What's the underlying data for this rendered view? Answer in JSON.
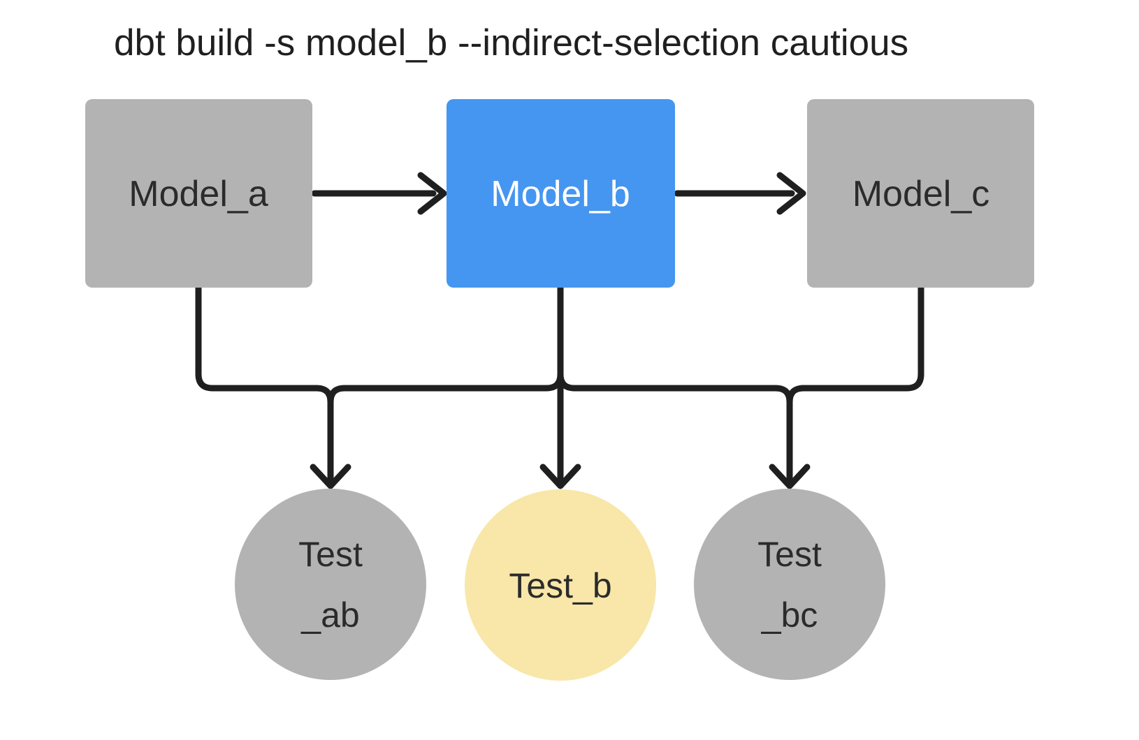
{
  "title": "dbt build -s model_b --indirect-selection cautious",
  "colors": {
    "node_default": "#b3b3b3",
    "node_selected": "#4596f0",
    "node_indirect": "#f8e7a9",
    "edge": "#1f1f1f"
  },
  "nodes": {
    "model_a": {
      "label": "Model_a"
    },
    "model_b": {
      "label": "Model_b"
    },
    "model_c": {
      "label": "Model_c"
    },
    "test_ab": {
      "line1": "Test",
      "line2": "_ab"
    },
    "test_b": {
      "line1": "Test_b"
    },
    "test_bc": {
      "line1": "Test",
      "line2": "_bc"
    }
  }
}
